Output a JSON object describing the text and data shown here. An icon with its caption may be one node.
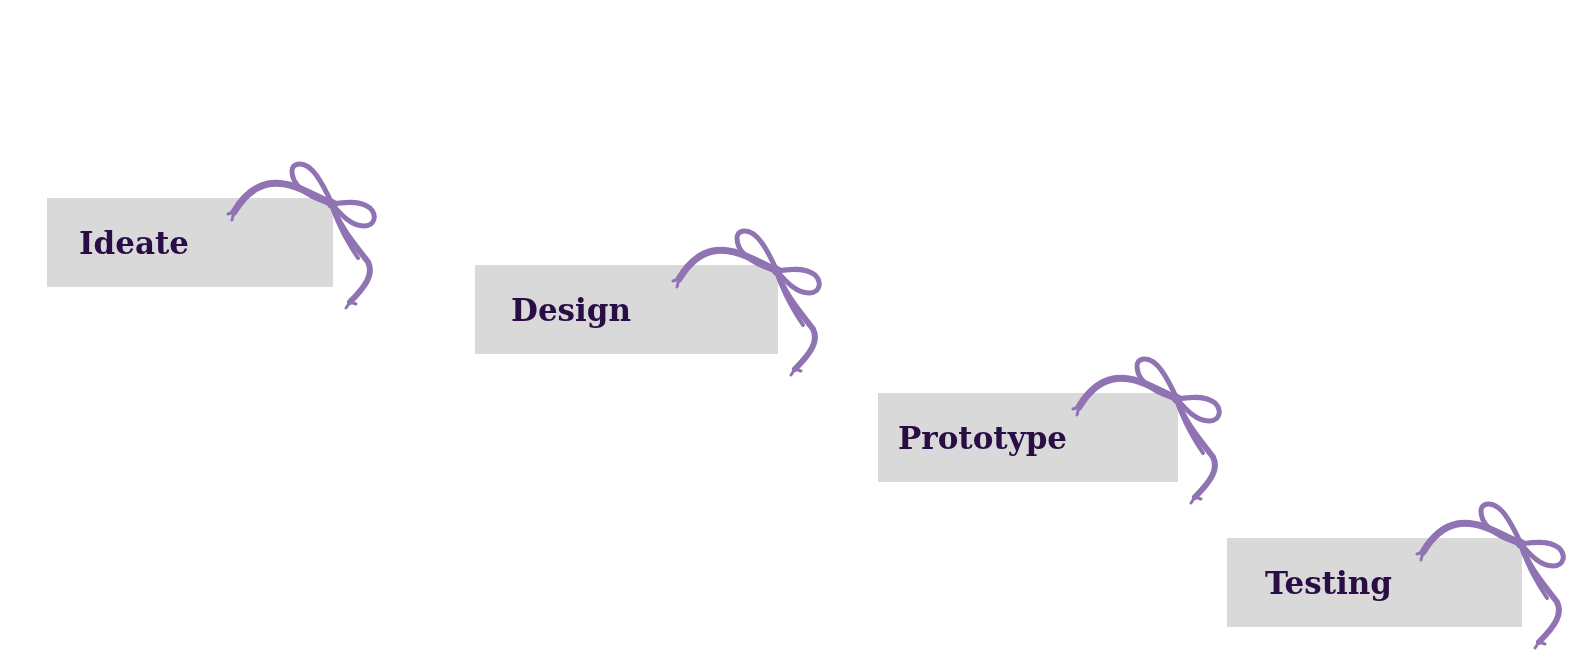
{
  "diagram": {
    "nodes": [
      {
        "text": [
          "Ideate"
        ]
      },
      {
        "text": [
          "Design"
        ]
      },
      {
        "text": [
          "Prototype"
        ]
      },
      {
        "text": [
          "Testing"
        ]
      }
    ]
  }
}
